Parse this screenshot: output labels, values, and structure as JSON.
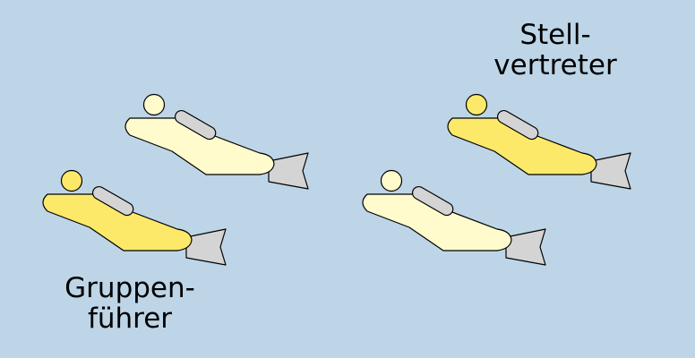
{
  "background": "#bdd5e7",
  "colors": {
    "highlight_body": "#fce96a",
    "plain_body": "#fffbcc",
    "fin": "#d4d4d4",
    "tank": "#d4d4d4",
    "outline": "#000000"
  },
  "labels": {
    "leader": {
      "line1": "Gruppen-",
      "line2": "führer"
    },
    "deputy": {
      "line1": "Stell-",
      "line2": "vertreter"
    }
  },
  "divers": [
    {
      "name": "diver-top-left",
      "role": "member",
      "highlighted": false
    },
    {
      "name": "diver-bottom-left",
      "role": "leader",
      "highlighted": true
    },
    {
      "name": "diver-top-right",
      "role": "deputy",
      "highlighted": true
    },
    {
      "name": "diver-bottom-right",
      "role": "member",
      "highlighted": false
    }
  ]
}
